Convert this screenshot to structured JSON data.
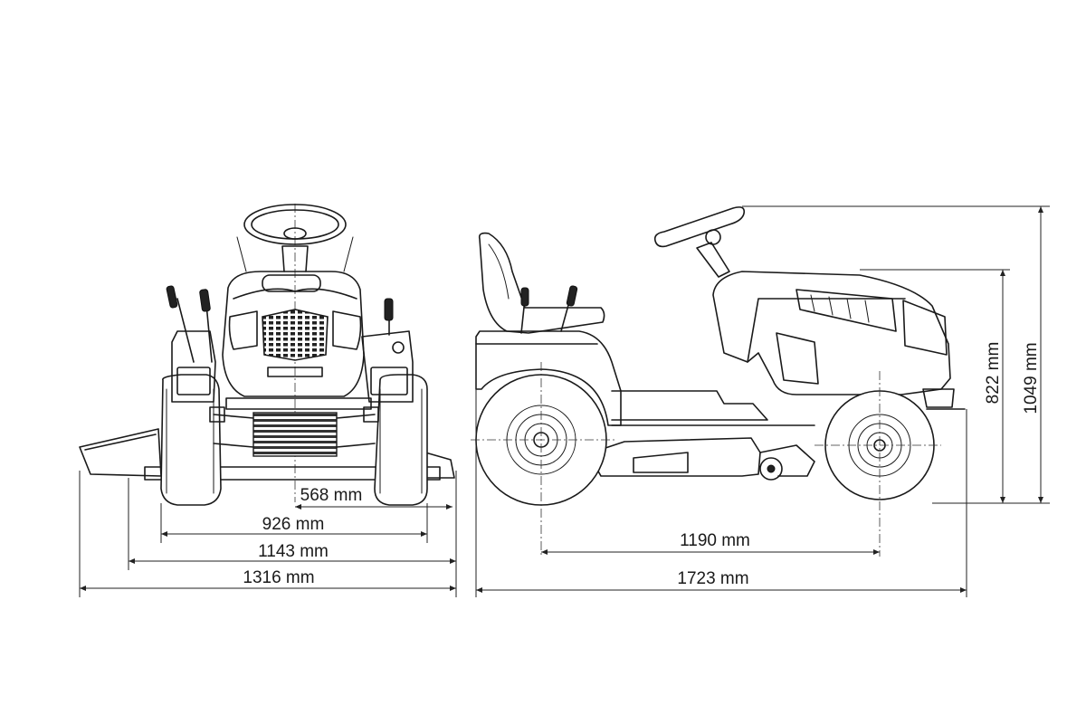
{
  "diagram": {
    "front_view": {
      "dimensions": {
        "deck_offset": "568 mm",
        "track_width": "926 mm",
        "rear_width": "1143 mm",
        "overall_width": "1316 mm"
      }
    },
    "side_view": {
      "dimensions": {
        "wheelbase": "1190 mm",
        "overall_length": "1723 mm",
        "hood_height": "822 mm",
        "overall_height": "1049 mm"
      }
    },
    "colors": {
      "line": "#1a1a1a",
      "background": "#ffffff"
    }
  }
}
